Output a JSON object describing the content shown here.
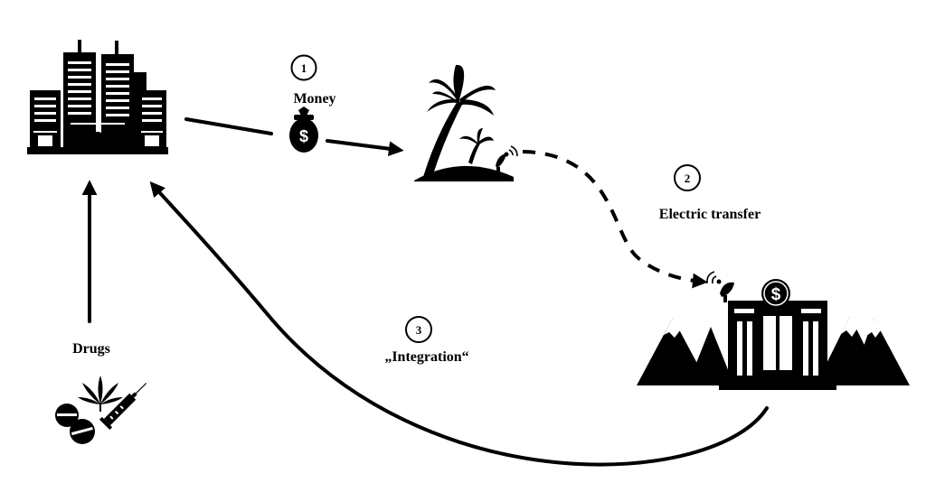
{
  "steps": [
    {
      "number": "1",
      "label": "Money"
    },
    {
      "number": "2",
      "label": "Electric transfer"
    },
    {
      "number": "3",
      "label": "„Integration“"
    }
  ],
  "source": {
    "label": "Drugs"
  },
  "icons": {
    "city": "city-skyline-icon",
    "money": "money-bag-icon",
    "island": "palm-island-icon",
    "bank": "bank-mountains-icon",
    "drugs": "drugs-icon"
  },
  "colors": {
    "ink": "#000000",
    "background": "#ffffff"
  }
}
